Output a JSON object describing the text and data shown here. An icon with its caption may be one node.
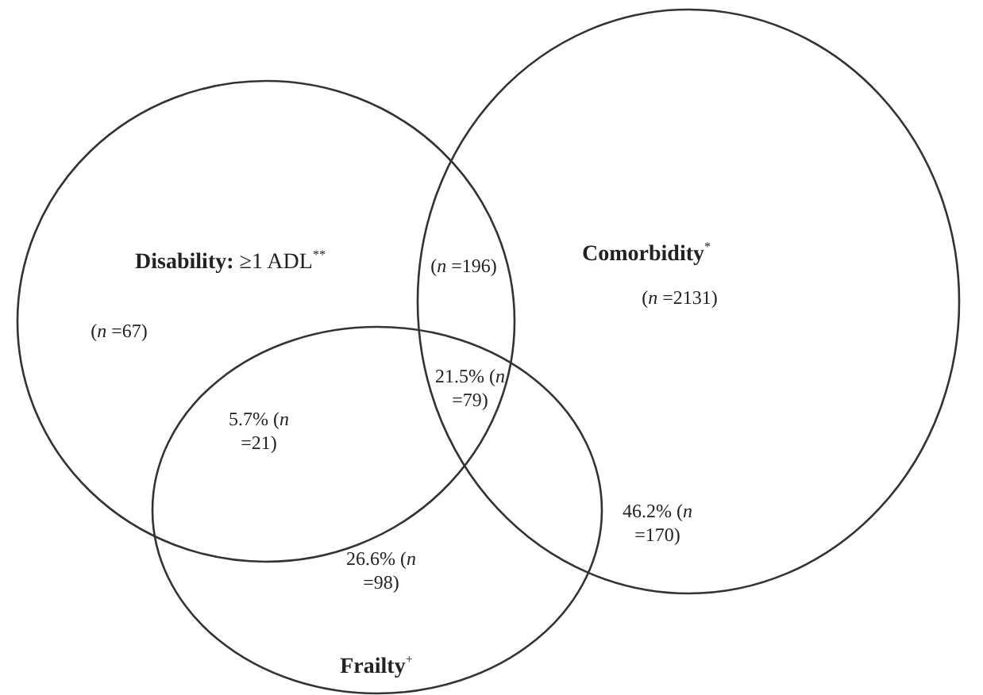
{
  "diagram": {
    "nodes": [
      {
        "text": [
          "**Disability:** ≥1 ADL$^{**}$"
        ]
      },
      {
        "text": [
          "**Comorbidity**$^{*}$"
        ]
      },
      {
        "text": [
          "**Frailty**$^{+}$"
        ]
      }
    ],
    "labels": [
      "(*n* =67)",
      "(*n* =196)",
      "(*n* =2131)",
      "21.5% (*n* =79)",
      "5.7% (*n* =21)",
      "46.2% (*n* =170)",
      "26.6% (*n* =98)"
    ]
  }
}
